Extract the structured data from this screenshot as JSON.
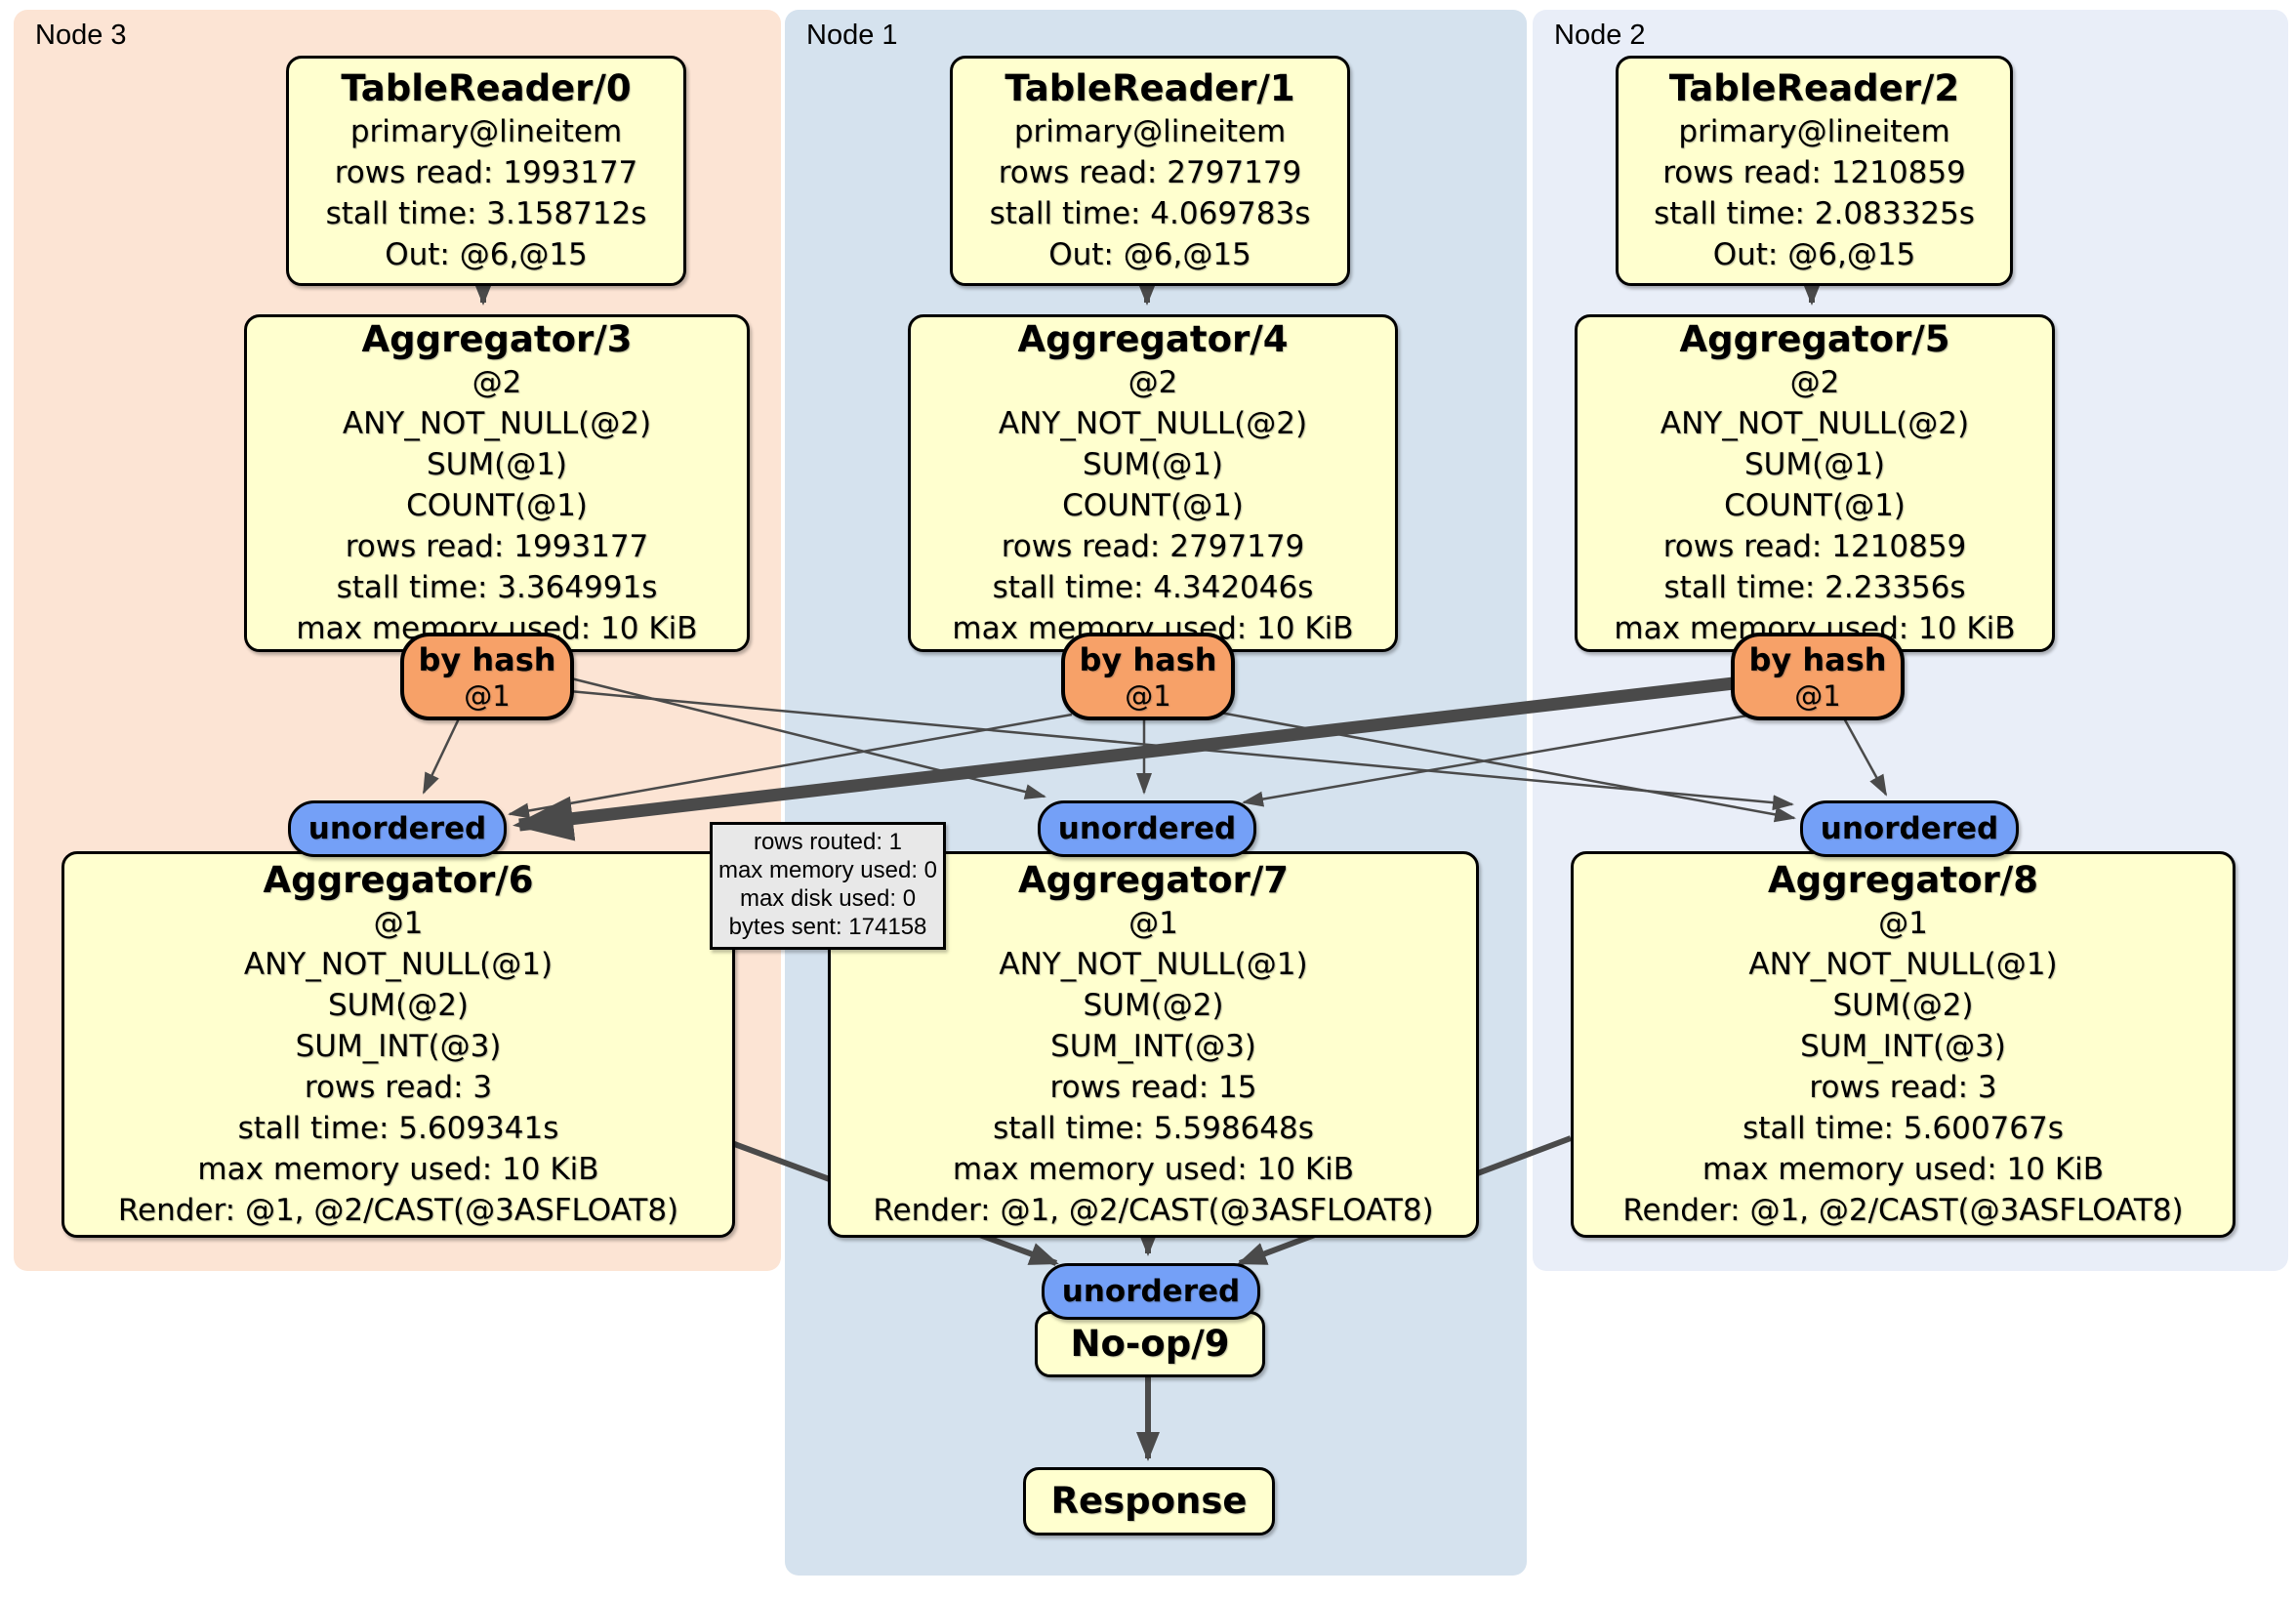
{
  "regions": {
    "node3": {
      "label": "Node 3"
    },
    "node1": {
      "label": "Node 1"
    },
    "node2": {
      "label": "Node 2"
    }
  },
  "boxes": {
    "tr0": {
      "title": "TableReader/0",
      "lines": [
        "primary@lineitem",
        "rows read: 1993177",
        "stall time: 3.158712s",
        "Out: @6,@15"
      ]
    },
    "tr1": {
      "title": "TableReader/1",
      "lines": [
        "primary@lineitem",
        "rows read: 2797179",
        "stall time: 4.069783s",
        "Out: @6,@15"
      ]
    },
    "tr2": {
      "title": "TableReader/2",
      "lines": [
        "primary@lineitem",
        "rows read: 1210859",
        "stall time: 2.083325s",
        "Out: @6,@15"
      ]
    },
    "agg3": {
      "title": "Aggregator/3",
      "lines": [
        "@2",
        "ANY_NOT_NULL(@2)",
        "SUM(@1)",
        "COUNT(@1)",
        "rows read: 1993177",
        "stall time: 3.364991s",
        "max memory used: 10 KiB"
      ]
    },
    "agg4": {
      "title": "Aggregator/4",
      "lines": [
        "@2",
        "ANY_NOT_NULL(@2)",
        "SUM(@1)",
        "COUNT(@1)",
        "rows read: 2797179",
        "stall time: 4.342046s",
        "max memory used: 10 KiB"
      ]
    },
    "agg5": {
      "title": "Aggregator/5",
      "lines": [
        "@2",
        "ANY_NOT_NULL(@2)",
        "SUM(@1)",
        "COUNT(@1)",
        "rows read: 1210859",
        "stall time: 2.23356s",
        "max memory used: 10 KiB"
      ]
    },
    "agg6": {
      "title": "Aggregator/6",
      "lines": [
        "@1",
        "ANY_NOT_NULL(@1)",
        "SUM(@2)",
        "SUM_INT(@3)",
        "rows read: 3",
        "stall time: 5.609341s",
        "max memory used: 10 KiB",
        "Render: @1, @2/CAST(@3ASFLOAT8)"
      ]
    },
    "agg7": {
      "title": "Aggregator/7",
      "lines": [
        "@1",
        "ANY_NOT_NULL(@1)",
        "SUM(@2)",
        "SUM_INT(@3)",
        "rows read: 15",
        "stall time: 5.598648s",
        "max memory used: 10 KiB",
        "Render: @1, @2/CAST(@3ASFLOAT8)"
      ]
    },
    "agg8": {
      "title": "Aggregator/8",
      "lines": [
        "@1",
        "ANY_NOT_NULL(@1)",
        "SUM(@2)",
        "SUM_INT(@3)",
        "rows read: 3",
        "stall time: 5.600767s",
        "max memory used: 10 KiB",
        "Render: @1, @2/CAST(@3ASFLOAT8)"
      ]
    },
    "noop": {
      "title": "No-op/9"
    },
    "response": {
      "title": "Response"
    }
  },
  "routers": {
    "router3": {
      "label": "by hash",
      "sub": "@1"
    },
    "router1": {
      "label": "by hash",
      "sub": "@1"
    },
    "router2": {
      "label": "by hash",
      "sub": "@1"
    }
  },
  "syncs": {
    "sync3": {
      "label": "unordered"
    },
    "sync1": {
      "label": "unordered"
    },
    "sync2": {
      "label": "unordered"
    },
    "syncFinal": {
      "label": "unordered"
    }
  },
  "tooltip": {
    "lines": [
      "rows routed: 1",
      "max memory used: 0",
      "max disk used: 0",
      "bytes sent: 174158"
    ]
  },
  "colors": {
    "node3_bg": "#fce4d4",
    "node1_bg": "#d5e2ee",
    "node2_bg": "#e9eef8",
    "box_fill": "#ffffcf",
    "router_fill": "#f7a168",
    "sync_fill": "#74a0f7",
    "tooltip_bg": "#e8e8e8",
    "edge": "#4a4a4a"
  }
}
